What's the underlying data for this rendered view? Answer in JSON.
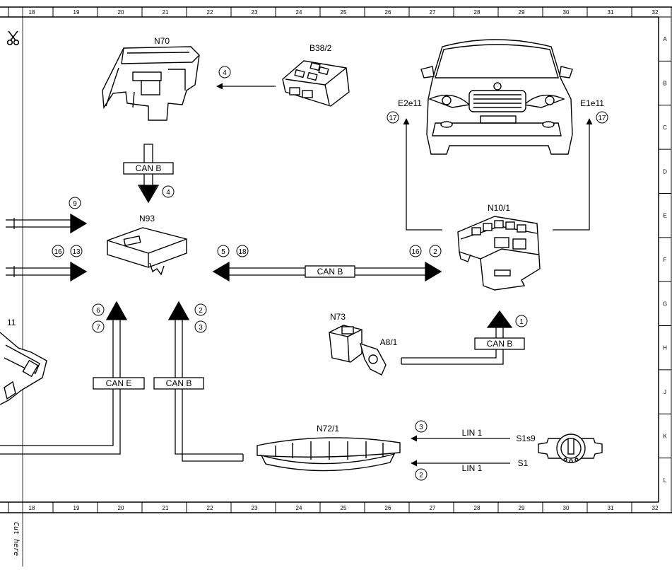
{
  "grid": {
    "columns": [
      "18",
      "19",
      "20",
      "21",
      "22",
      "23",
      "24",
      "25",
      "26",
      "27",
      "28",
      "29",
      "30",
      "31",
      "32"
    ],
    "rows": [
      "A",
      "B",
      "C",
      "D",
      "E",
      "F",
      "G",
      "H",
      "J",
      "K",
      "L"
    ]
  },
  "cut_label": "Cut here",
  "components": {
    "n70": "N70",
    "b38_2": "B38/2",
    "n93": "N93",
    "n10_1": "N10/1",
    "n73": "N73",
    "a8_1": "A8/1",
    "n72_1": "N72/1",
    "e2e11": "E2e11",
    "e1e11": "E1e11",
    "s1s9": "S1s9",
    "s1": "S1",
    "partial_11": "11"
  },
  "bus_labels": {
    "can_b_top": "CAN B",
    "can_b_mid": "CAN B",
    "can_b_n10": "CAN B",
    "can_e_left": "CAN E",
    "can_b_left": "CAN B",
    "lin1_top": "LIN 1",
    "lin1_bottom": "LIN 1"
  },
  "callouts": {
    "b38_to_n70": "4",
    "n70_to_n93": "4",
    "left_top": "9",
    "left_mid_a": "16",
    "left_mid_b": "13",
    "n93_mid_a": "5",
    "n93_mid_b": "18",
    "n10_mid_a": "16",
    "n10_mid_b": "2",
    "e2e11": "17",
    "e1e11": "17",
    "can_e_a": "6",
    "can_e_b": "7",
    "can_b_a": "2",
    "can_b_b": "3",
    "n73_to_n10": "1",
    "lin_s1s9": "3",
    "lin_s1": "2"
  }
}
